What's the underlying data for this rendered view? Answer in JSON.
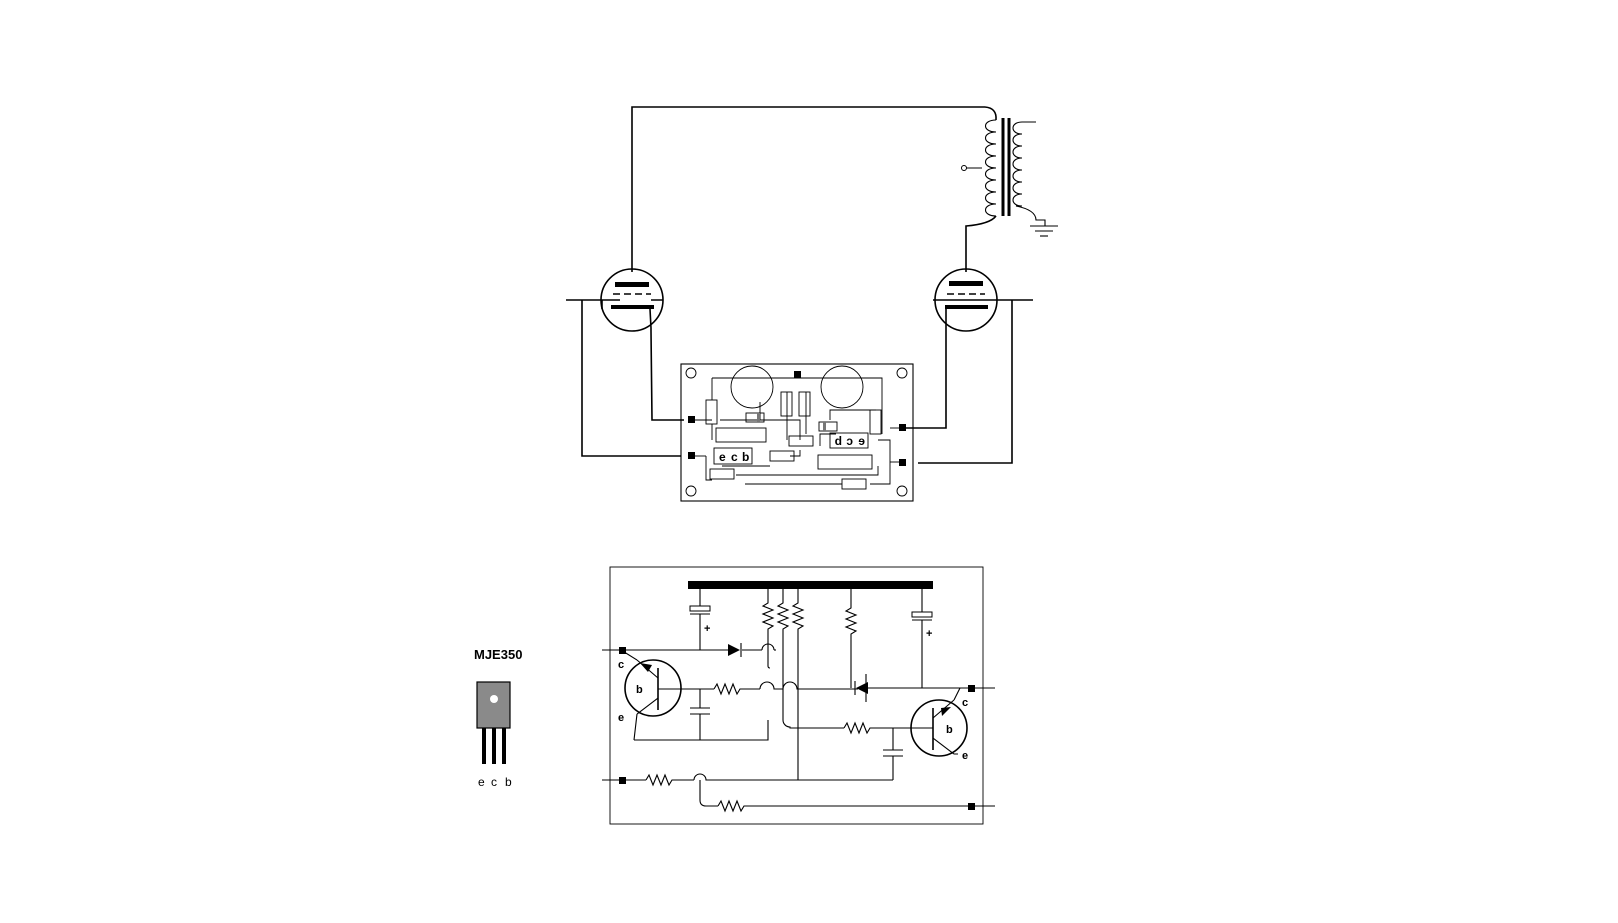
{
  "transistor": {
    "part_name": "MJE350",
    "pin_labels": [
      "e",
      "c",
      "b"
    ]
  },
  "pcb": {
    "transistor_left_pins": [
      "e",
      "c",
      "b"
    ],
    "transistor_right_pins_mirrored": [
      "b",
      "c",
      "e"
    ]
  },
  "schematic": {
    "left_transistor_terminals": {
      "collector": "c",
      "base": "b",
      "emitter": "e"
    },
    "right_transistor_terminals": {
      "collector": "c",
      "base": "b",
      "emitter": "e"
    },
    "capacitor_polarity": "+"
  }
}
